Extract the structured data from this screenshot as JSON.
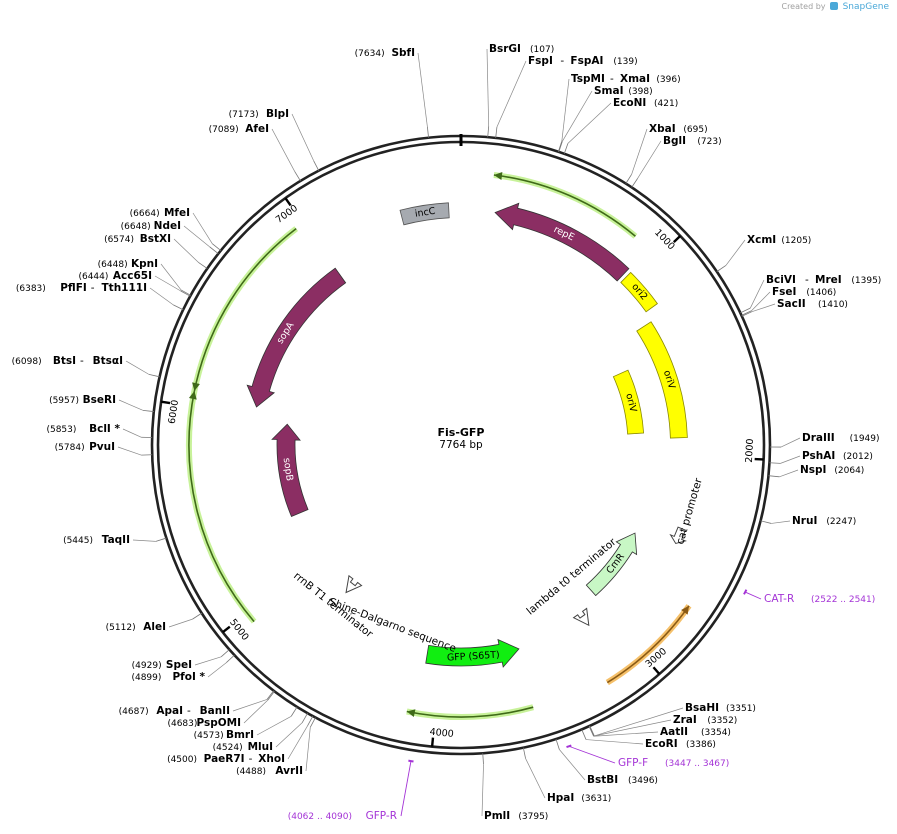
{
  "credit": {
    "prefix": "Created by",
    "brand": "SnapGene"
  },
  "plasmid": {
    "name": "Fis-GFP",
    "size_label": "7764 bp",
    "length": 7764
  },
  "ticks": [
    {
      "pos": 1000,
      "label": "1000"
    },
    {
      "pos": 2000,
      "label": "2000"
    },
    {
      "pos": 3000,
      "label": "3000"
    },
    {
      "pos": 4000,
      "label": "4000"
    },
    {
      "pos": 5000,
      "label": "5000"
    },
    {
      "pos": 6000,
      "label": "6000"
    },
    {
      "pos": 7000,
      "label": "7000"
    }
  ],
  "features": [
    {
      "name": "repE",
      "type": "cds",
      "start": 180,
      "end": 940,
      "strand": -1,
      "color": "#8b2e63"
    },
    {
      "name": "incC",
      "type": "misc",
      "start": 7450,
      "end": 7700,
      "strand": 0,
      "color": "#a6aab0"
    },
    {
      "name": "ori2",
      "type": "origin",
      "start": 960,
      "end": 1170,
      "strand": 0,
      "color": "#ffff00"
    },
    {
      "name": "oriV",
      "type": "origin",
      "start": 1230,
      "end": 1900,
      "strand": 0,
      "color": "#ffff00"
    },
    {
      "name": "oriV",
      "type": "origin",
      "start": 1420,
      "end": 1860,
      "strand": 0,
      "color": "#ffff00"
    },
    {
      "name": "sopA",
      "type": "cds",
      "start": 6050,
      "end": 7000,
      "strand": -1,
      "color": "#8b2e63"
    },
    {
      "name": "sopB",
      "type": "cds",
      "start": 5330,
      "end": 5970,
      "strand": 1,
      "color": "#8b2e63"
    },
    {
      "name": "CmR",
      "type": "cds",
      "start": 2520,
      "end": 2980,
      "strand": -1,
      "color": "#c8f7c5"
    },
    {
      "name": "GFP (S65T)",
      "type": "cds",
      "start": 3540,
      "end": 4080,
      "strand": -1,
      "color": "#11ee11"
    },
    {
      "name": "cat promoter",
      "type": "promoter",
      "pos": 2420,
      "strand": -1
    },
    {
      "name": "lambda t0 terminator",
      "type": "terminator",
      "pos": 3120,
      "strand": -1
    },
    {
      "name": "rrnB T1 terminator",
      "type": "terminator",
      "pos": 4700,
      "strand": -1
    },
    {
      "name": "Shine-Dalgarno sequence",
      "type": "label",
      "pos": 4350
    }
  ],
  "arrows": [
    {
      "start": 150,
      "end": 860,
      "strand": -1
    },
    {
      "start": 2700,
      "end": 3200,
      "strand": -1
    },
    {
      "start": 3550,
      "end": 4130,
      "strand": 1
    },
    {
      "start": 4950,
      "end": 6070,
      "strand": 1
    },
    {
      "start": 6070,
      "end": 6960,
      "strand": -1
    }
  ],
  "primers": [
    {
      "name": "CAT-R",
      "range": "(2522 .. 2541)",
      "pos": 2531,
      "color": "#a434d6"
    },
    {
      "name": "GFP-F",
      "range": "(3447 .. 3467)",
      "pos": 3457,
      "color": "#a434d6"
    },
    {
      "name": "GFP-R",
      "range": "(4062 .. 4090)",
      "pos": 4076,
      "color": "#a434d6"
    }
  ],
  "enzymes": [
    {
      "name": "BsrGI",
      "coord": "(107)"
    },
    {
      "name": "FspI",
      "coord": "(139)",
      "pair": "FspAI"
    },
    {
      "name": "TspMI",
      "coord": "(396)",
      "pair": "XmaI"
    },
    {
      "name": "SmaI",
      "coord": "(398)"
    },
    {
      "name": "EcoNI",
      "coord": "(421)"
    },
    {
      "name": "XbaI",
      "coord": "(695)"
    },
    {
      "name": "BglI",
      "coord": "(723)"
    },
    {
      "name": "XcmI",
      "coord": "(1205)"
    },
    {
      "name": "BciVI",
      "coord": "(1395)",
      "pair": "MreI"
    },
    {
      "name": "FseI",
      "coord": "(1406)"
    },
    {
      "name": "SacII",
      "coord": "(1410)"
    },
    {
      "name": "DraIII",
      "coord": "(1949)"
    },
    {
      "name": "PshAI",
      "coord": "(2012)"
    },
    {
      "name": "NspI",
      "coord": "(2064)"
    },
    {
      "name": "NruI",
      "coord": "(2247)"
    },
    {
      "name": "BsaHI",
      "coord": "(3351)"
    },
    {
      "name": "ZraI",
      "coord": "(3352)"
    },
    {
      "name": "AatII",
      "coord": "(3354)"
    },
    {
      "name": "EcoRI",
      "coord": "(3386)"
    },
    {
      "name": "BstBI",
      "coord": "(3496)"
    },
    {
      "name": "HpaI",
      "coord": "(3631)"
    },
    {
      "name": "PmlI",
      "coord": "(3795)"
    },
    {
      "name": "SbfI",
      "coord": "(7634)"
    },
    {
      "name": "BlpI",
      "coord": "(7173)"
    },
    {
      "name": "AfeI",
      "coord": "(7089)"
    },
    {
      "name": "MfeI",
      "coord": "(6664)"
    },
    {
      "name": "NdeI",
      "coord": "(6648)"
    },
    {
      "name": "BstXI",
      "coord": "(6574)"
    },
    {
      "name": "KpnI",
      "coord": "(6448)"
    },
    {
      "name": "Acc65I",
      "coord": "(6444)"
    },
    {
      "name": "PflFI",
      "coord": "(6383)",
      "pair": "Tth111I"
    },
    {
      "name": "BtsI",
      "coord": "(6098)",
      "pair": "BtsαI"
    },
    {
      "name": "BseRI",
      "coord": "(5957)"
    },
    {
      "name": "BclI *",
      "coord": "(5853)"
    },
    {
      "name": "PvuI",
      "coord": "(5784)"
    },
    {
      "name": "TaqII",
      "coord": "(5445)"
    },
    {
      "name": "AleI",
      "coord": "(5112)"
    },
    {
      "name": "SpeI",
      "coord": "(4929)"
    },
    {
      "name": "PfoI *",
      "coord": "(4899)"
    },
    {
      "name": "ApaI",
      "coord": "(4687)",
      "pair": "BanII"
    },
    {
      "name": "PspOMI",
      "coord": "(4683)"
    },
    {
      "name": "BmrI",
      "coord": "(4573)"
    },
    {
      "name": "MluI",
      "coord": "(4524)"
    },
    {
      "name": "PaeR7I",
      "coord": "(4500)",
      "pair": "XhoI"
    },
    {
      "name": "AvrII",
      "coord": "(4488)"
    }
  ]
}
